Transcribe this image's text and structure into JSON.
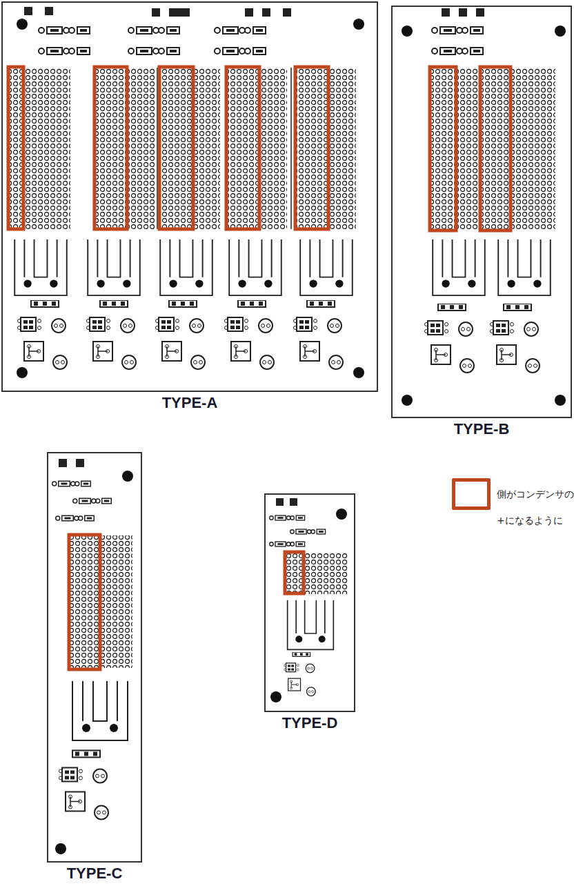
{
  "diagram": {
    "nodes": [
      {
        "text": [
          "TYPE-A"
        ]
      },
      {
        "text": [
          "TYPE-B"
        ]
      },
      {
        "text": [
          "TYPE-C"
        ]
      },
      {
        "text": [
          "TYPE-D"
        ]
      }
    ],
    "legend": [
      {
        "text": "側がコンデンサの +になるように"
      }
    ]
  }
}
